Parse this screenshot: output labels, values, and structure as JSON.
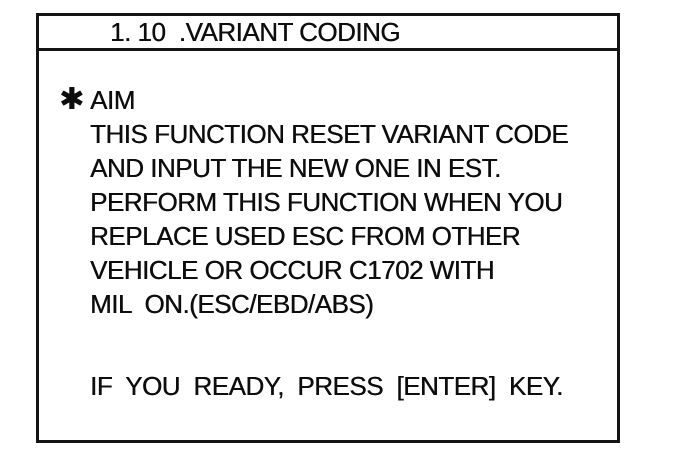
{
  "window": {
    "title": "1. 10  .VARIANT CODING"
  },
  "content": {
    "marker_icon": "asterisk",
    "marker_glyph": "✱",
    "aim_label": "AIM",
    "description_lines": [
      "THIS FUNCTION RESET VARIANT CODE",
      "AND INPUT THE NEW ONE IN EST.",
      "PERFORM THIS FUNCTION WHEN YOU",
      "REPLACE USED ESC FROM OTHER",
      "VEHICLE OR OCCUR C1702 WITH",
      "MIL  ON.(ESC/EBD/ABS)"
    ],
    "prompt": "IF  YOU  READY,  PRESS  [ENTER]  KEY."
  },
  "colors": {
    "ink": "#141414",
    "background": "#ffffff"
  }
}
